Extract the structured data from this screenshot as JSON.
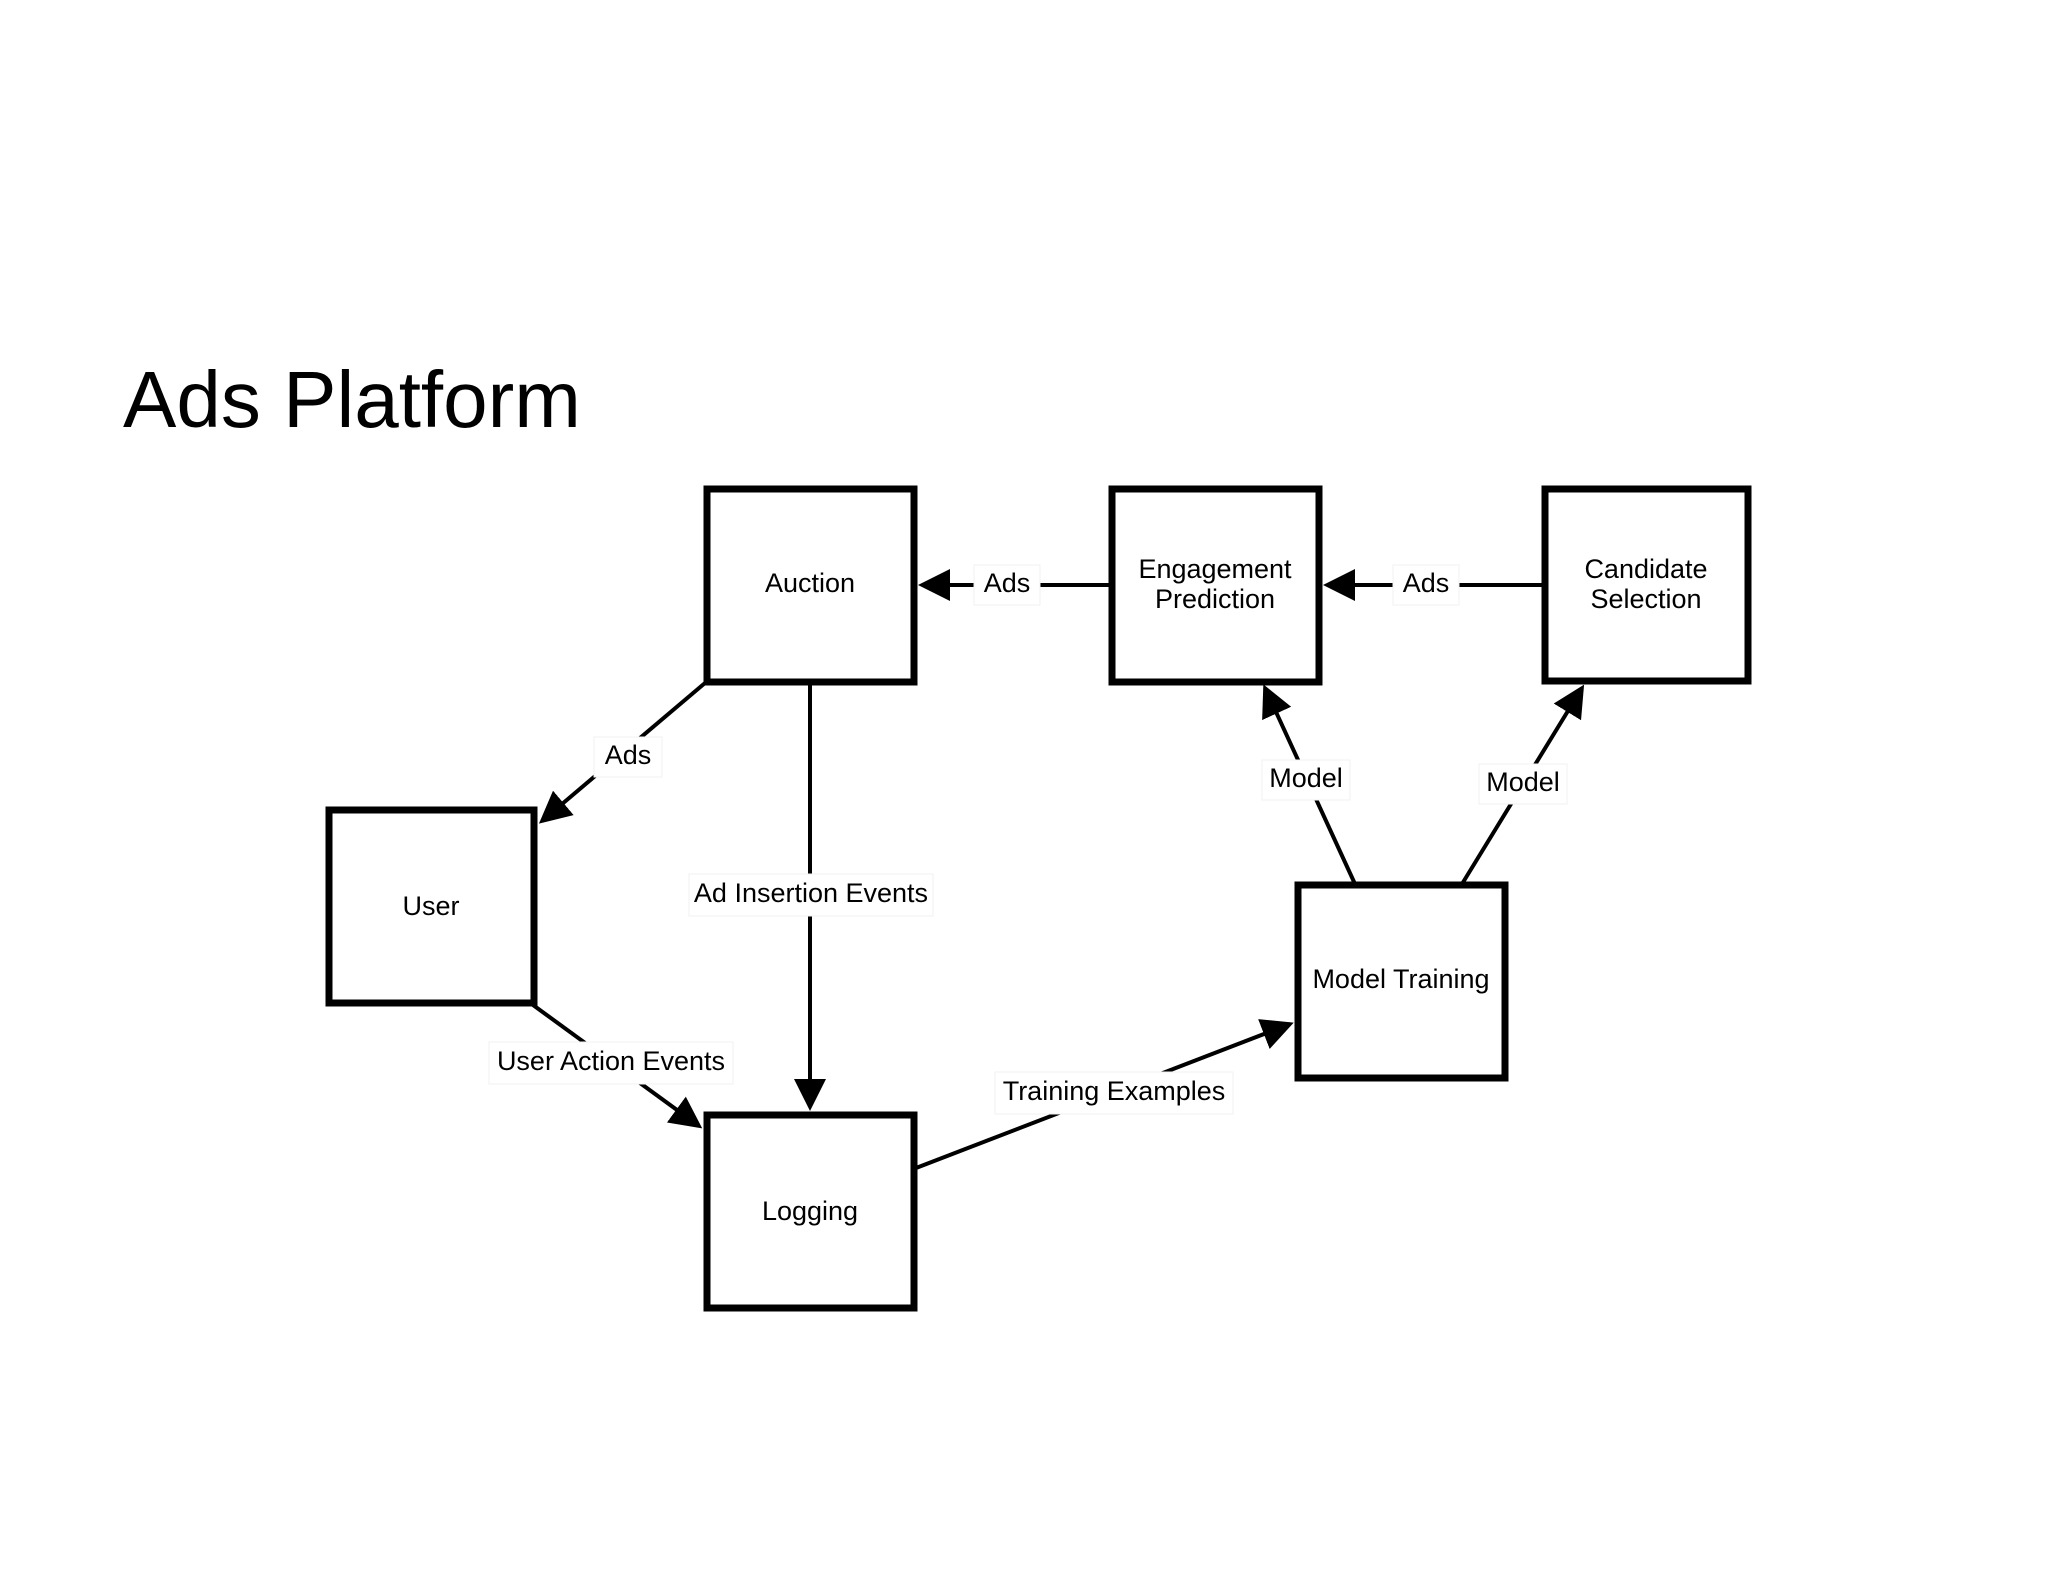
{
  "slide": {
    "title": "Ads Platform"
  },
  "diagram": {
    "nodes": {
      "auction": "Auction",
      "engagement_prediction": [
        "Engagement",
        "Prediction"
      ],
      "candidate_selection": [
        "Candidate",
        "Selection"
      ],
      "user": "User",
      "model_training": "Model Training",
      "logging": "Logging"
    },
    "edges": {
      "engagement_to_auction": "Ads",
      "candidate_to_engagement": "Ads",
      "auction_to_user": "Ads",
      "auction_to_logging": "Ad Insertion Events",
      "user_to_logging": "User Action Events",
      "logging_to_model_training": "Training Examples",
      "model_training_to_engagement": "Model",
      "model_training_to_candidate": "Model"
    }
  }
}
